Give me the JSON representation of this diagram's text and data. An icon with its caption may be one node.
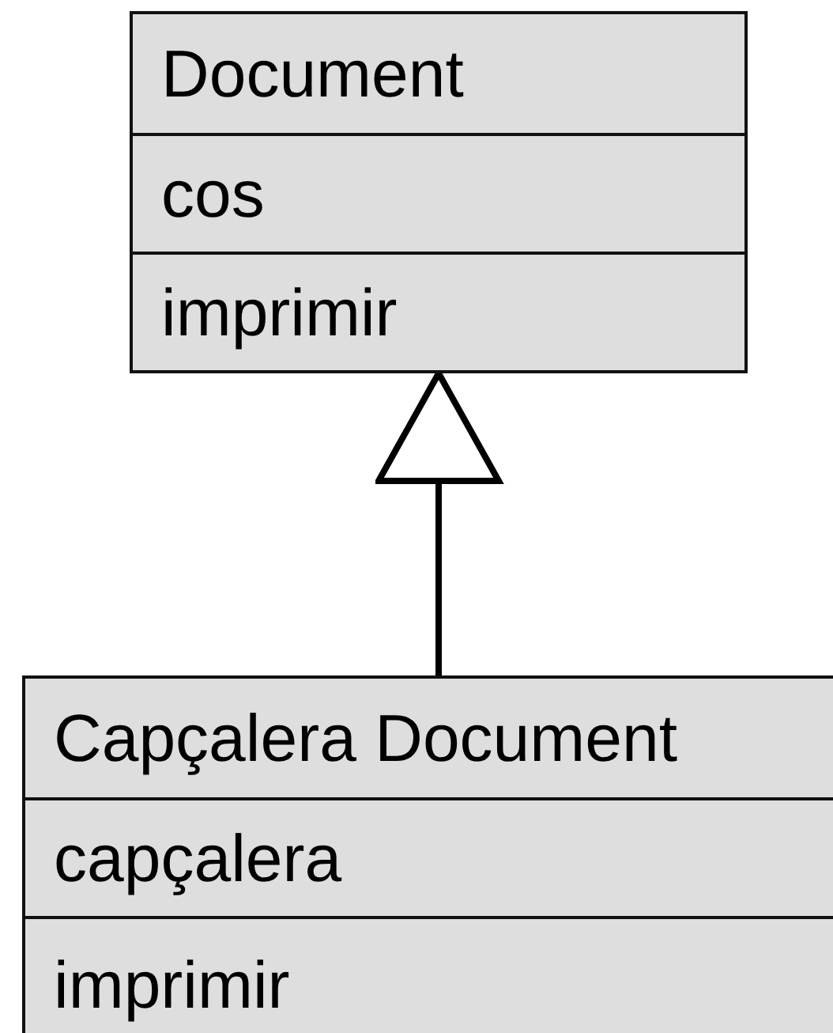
{
  "diagram": {
    "nodes": [
      {
        "text": [
          "Document",
          "cos",
          "imprimir"
        ]
      },
      {
        "text": [
          "Capçalera Document",
          "capçalera",
          "imprimir"
        ]
      }
    ],
    "edges": [
      {
        "from": 1,
        "to": 0,
        "arrow": "to"
      }
    ]
  }
}
